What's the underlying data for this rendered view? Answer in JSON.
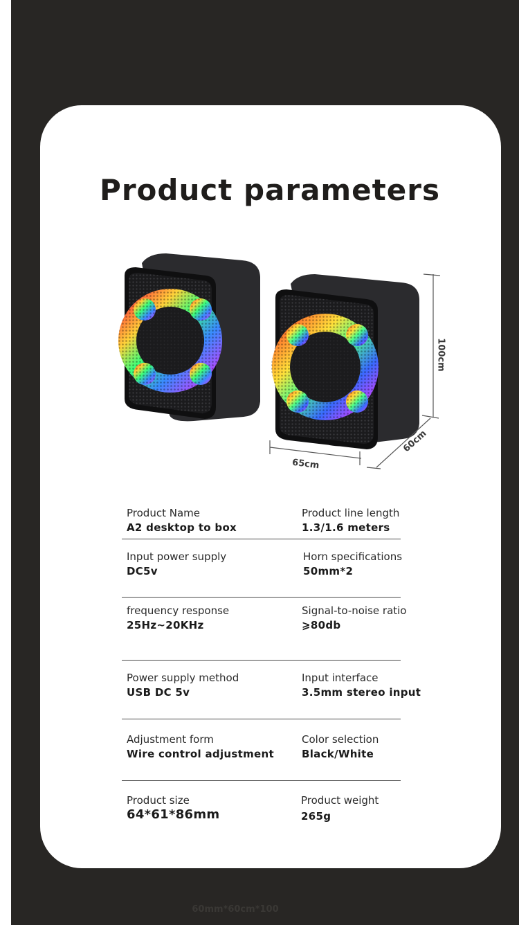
{
  "title": "Product parameters",
  "dimensions": {
    "height": "100cm",
    "depth": "60cm",
    "width": "65cm"
  },
  "specs": [
    [
      {
        "label": "Product Name",
        "value": "A2 desktop to box"
      },
      {
        "label": "Product line length",
        "value": "1.3/1.6 meters"
      }
    ],
    [
      {
        "label": "Input power supply",
        "value": "DC5v"
      },
      {
        "label": "Horn specifications",
        "value": "50mm*2"
      }
    ],
    [
      {
        "label": "frequency response",
        "value": "25Hz~20KHz"
      },
      {
        "label": "Signal-to-noise ratio",
        "value": "⩾80db"
      }
    ],
    [
      {
        "label": "Power supply method",
        "value": "USB DC 5v"
      },
      {
        "label": "Input interface",
        "value": "3.5mm stereo input"
      }
    ],
    [
      {
        "label": "Adjustment form",
        "value": "Wire control adjustment"
      },
      {
        "label": "Color selection",
        "value": "Black/White"
      }
    ],
    [
      {
        "label": "Product size",
        "value": "64*61*86mm"
      },
      {
        "label": "Product weight",
        "value": "265g"
      }
    ]
  ],
  "footer_faint": "60mm*60cm*100"
}
